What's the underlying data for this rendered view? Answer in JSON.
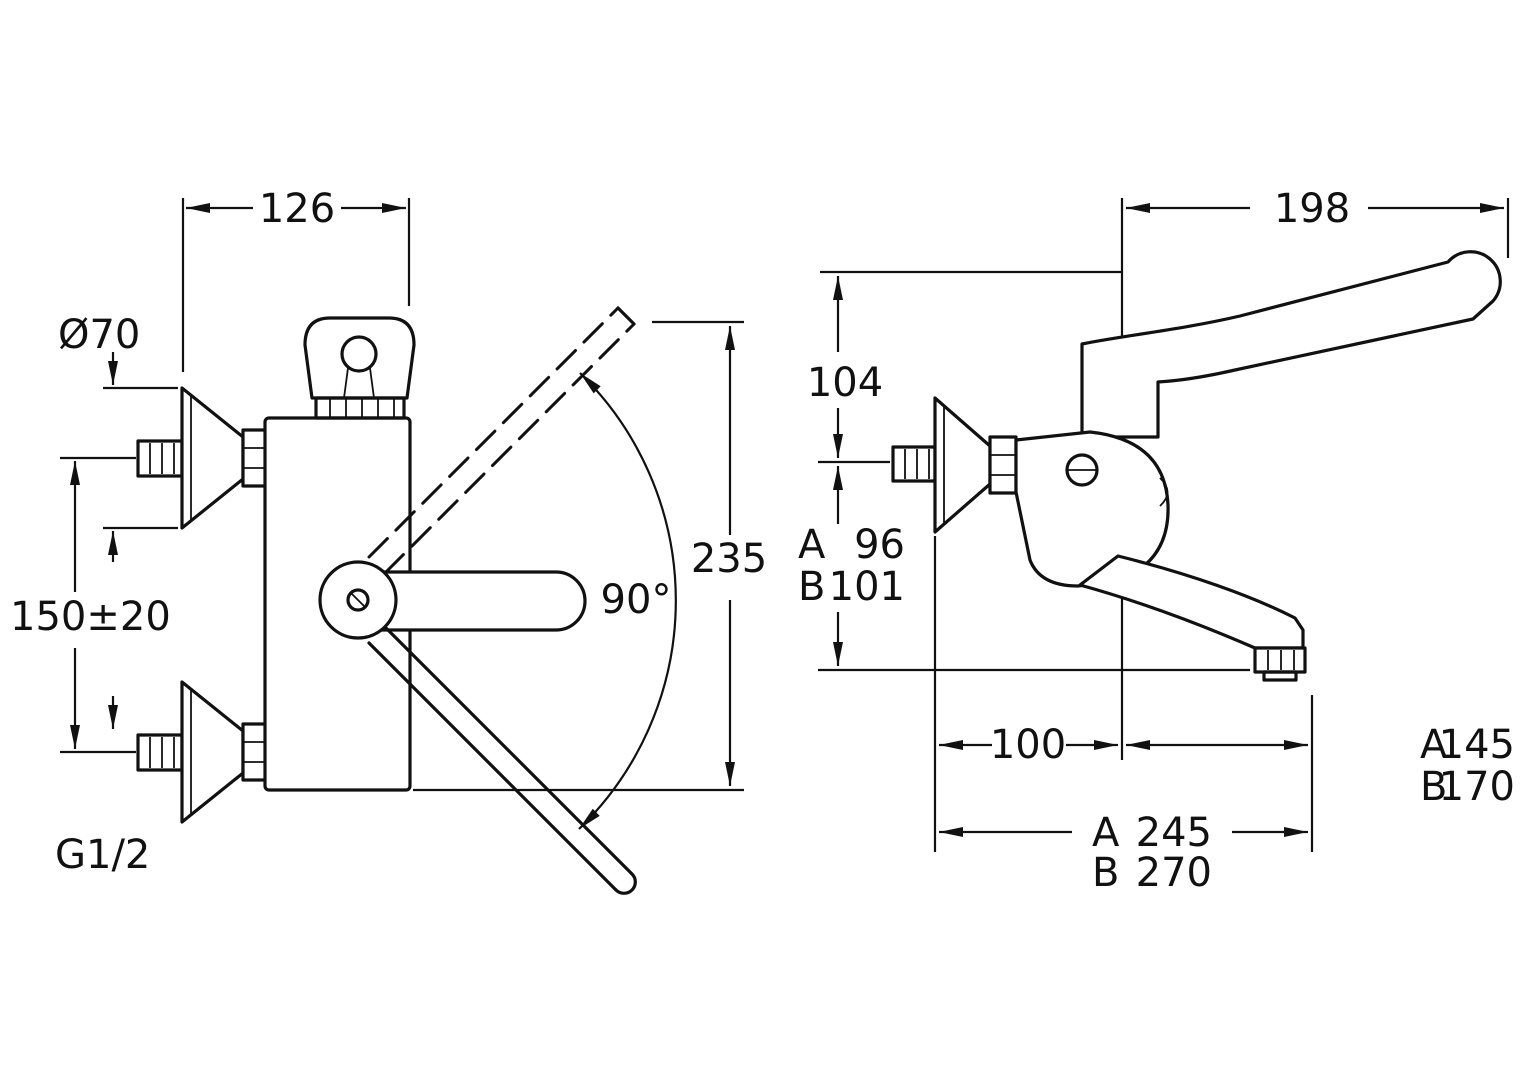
{
  "drawing": {
    "background": "#ffffff",
    "line_color": "#111111",
    "front_view": {
      "dim_width": "126",
      "dim_escutcheon_diameter": "Ø70",
      "dim_inlet_spacing": "150±20",
      "dim_thread": "G1/2",
      "dim_swivel_angle": "90°",
      "dim_height": "235"
    },
    "side_view": {
      "dim_lever_length": "198",
      "dim_height_above": "104",
      "dim_depth_label_a": "A",
      "dim_depth_value_a": "96",
      "dim_depth_label_b": "B",
      "dim_depth_value_b": "101",
      "dim_wall_to_center": "100",
      "dim_spout_label_a": "A",
      "dim_spout_value_a": "145",
      "dim_spout_label_b": "B",
      "dim_spout_value_b": "170",
      "dim_total_label_a": "A",
      "dim_total_value_a": "245",
      "dim_total_label_b": "B",
      "dim_total_value_b": "270"
    }
  }
}
